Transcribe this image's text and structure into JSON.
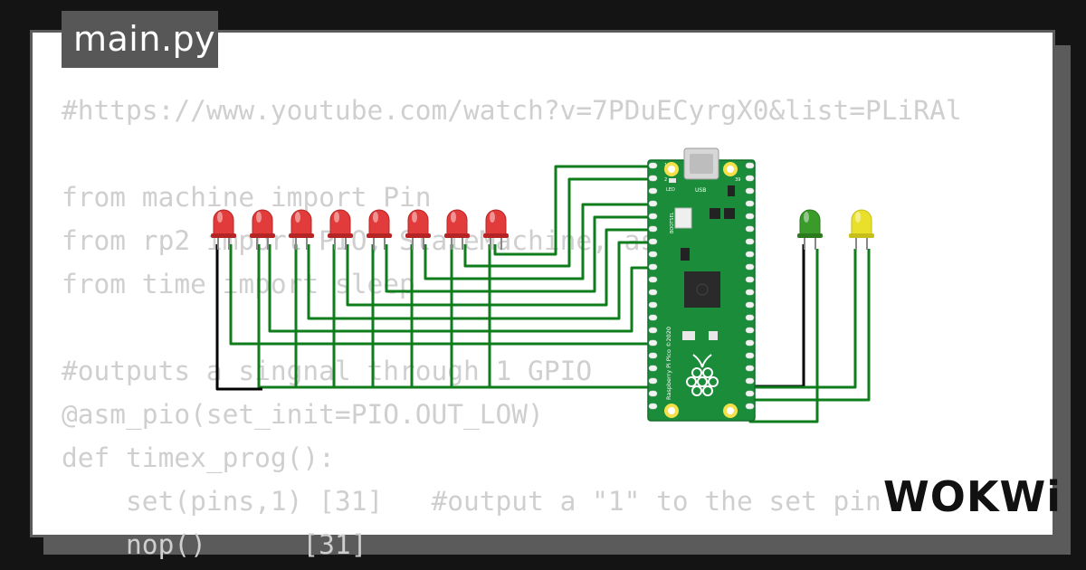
{
  "tab": {
    "filename": "main.py"
  },
  "code": {
    "lines": [
      "#https://www.youtube.com/watch?v=7PDuECyrgX0&list=PLiRAl",
      "",
      "from machine import Pin",
      "from rp2 import PIO, StateMachine, asm_pio",
      "from time import sleep",
      "",
      "#outputs a singnal through 1 GPIO",
      "@asm_pio(set_init=PIO.OUT_LOW)",
      "def timex_prog():",
      "    set(pins,1) [31]   #output a \"1\" to the set pin",
      "    nop()      [31]"
    ]
  },
  "board": {
    "name": "Raspberry Pi Pico",
    "silk_text": "Raspberry Pi Pico ©2020",
    "usb_label": "USB",
    "led_label": "LED",
    "bootsel_label": "BOOTSEL",
    "pin_1": "1",
    "pin_2": "2",
    "pin_39": "39"
  },
  "leds": {
    "red_count": 8,
    "colors": {
      "red": "#e23b3b",
      "green": "#3a9a2a",
      "yellow": "#e9e02c"
    }
  },
  "colors": {
    "wire_green": "#0f7d1c",
    "wire_black": "#000000",
    "board_green": "#1a8c3a",
    "background": "#141414"
  },
  "brand": {
    "logo": "WOKWi"
  }
}
